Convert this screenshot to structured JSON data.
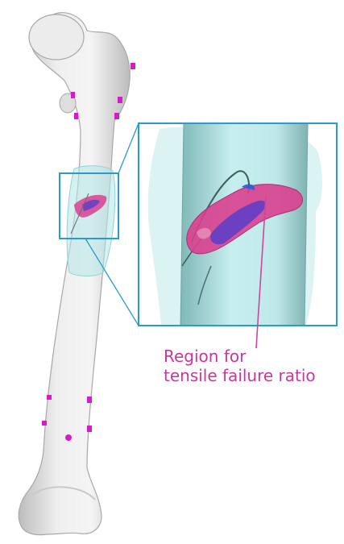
{
  "annotation": {
    "line1": "Region for",
    "line2": "tensile failure ratio"
  },
  "colors": {
    "annotation_text": "#c8389c",
    "leader_line": "#d0449e",
    "inset_frame": "#2a9ad0",
    "bone": "#e7e7e7",
    "bone_outline": "#a8a8a8",
    "callus": "#b4e6e6",
    "failure_region": "#d9408f",
    "failure_core": "#5a3cc8",
    "markers": "#d21ec8"
  },
  "icons": [
    "femur-bone-illustration",
    "fracture-inset-zoom",
    "tracking-marker"
  ]
}
